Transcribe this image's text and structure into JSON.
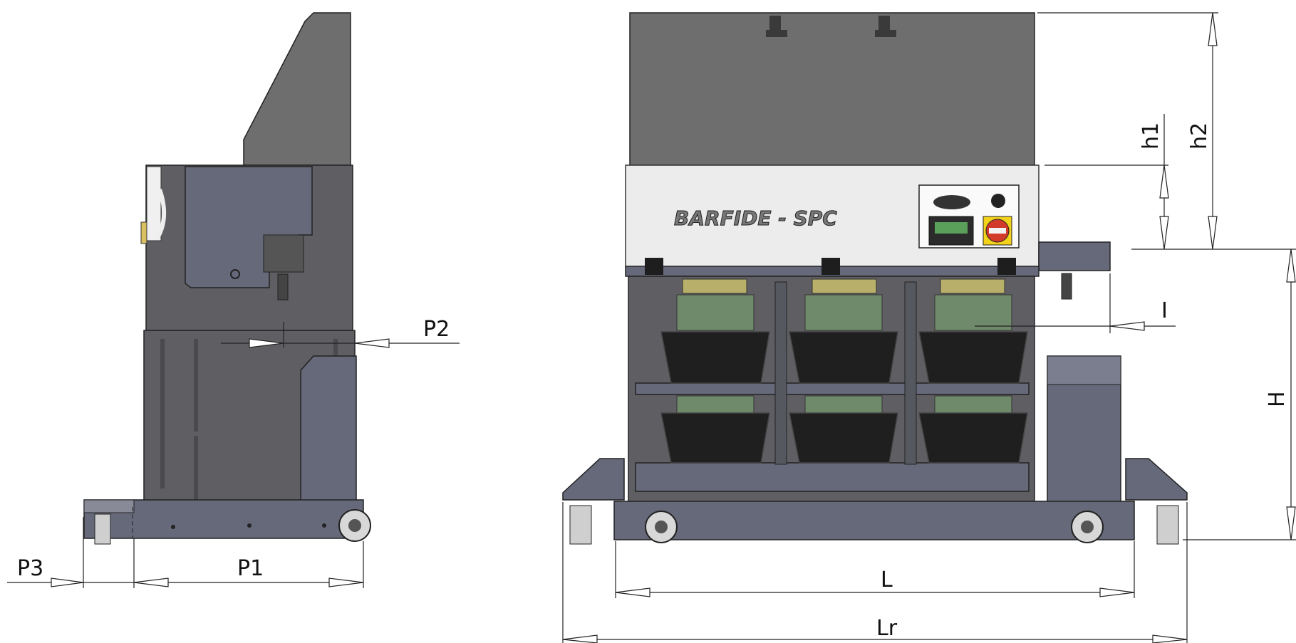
{
  "drawing": {
    "brand_label": "BARFIDE - SPC",
    "dimensions": {
      "side_view": {
        "p1": "P1",
        "p2": "P2",
        "p3": "P3"
      },
      "front_view": {
        "h1": "h1",
        "h2": "h2",
        "h": "H",
        "l": "L",
        "lr": "Lr",
        "i": "I"
      }
    },
    "colors": {
      "steel": "#6e6e6e",
      "frame": "#66697a",
      "panel": "#ececec",
      "bin": "#1f1f1f",
      "green_plate": "#6f8a6a",
      "tan_plate": "#b8b06a",
      "estop_red": "#d23a2a",
      "estop_yellow": "#f2d21a",
      "display_green": "#5aa05a"
    }
  }
}
